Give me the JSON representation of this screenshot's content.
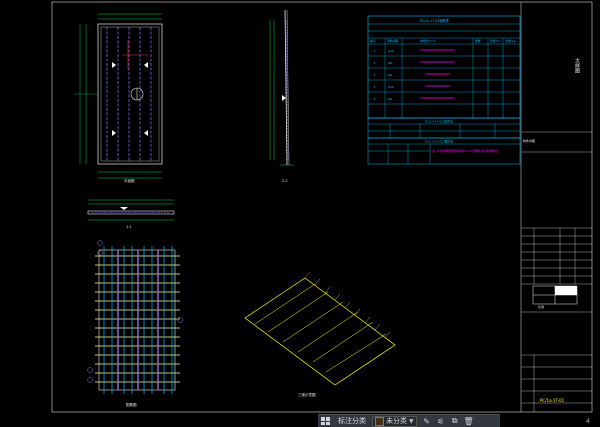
{
  "drawing": {
    "top_table": {
      "title": "PC/1n-1T-01钢筋表",
      "headers": [
        "编号",
        "钢筋简图",
        "单根长(mm)",
        "根数",
        "总长(m)",
        "重量(kg)"
      ],
      "rows": [
        [
          "①",
          "φ10",
          "",
          "",
          "",
          ""
        ],
        [
          "②",
          "φ8",
          "",
          "",
          "",
          ""
        ],
        [
          "③",
          "φ8",
          "",
          "",
          "",
          ""
        ],
        [
          "④",
          "φ10",
          "",
          "",
          "",
          ""
        ],
        [
          "⑤",
          "φ8",
          "",
          "",
          "",
          ""
        ]
      ],
      "sub_title_1": "PC/1n-1T-01 配件表",
      "sub_title_2": "PC/1n-1T-01 埋件表",
      "note_text": "注：1.未注明处钢筋间距200; 2.预埋件详见相关图纸"
    },
    "right_panel": {
      "vertical_caption": "大样图",
      "section_label": "构件详图",
      "drawing_no": "PC/1a-1T-01",
      "scale_label": "比例"
    },
    "view_labels": {
      "plan": "平面图",
      "section_1": "1-1",
      "section_2": "2-2",
      "rebar_plan": "配筋图",
      "axon": "三维示意图"
    }
  },
  "toolbar": {
    "annotate_label": "标注分类",
    "category_value": "未分类",
    "zoom_label": "4"
  },
  "colors": {
    "background": "#000000",
    "frame": "#ffffff",
    "table_lines": "#00bfff",
    "dimension": "#00ff66",
    "rebar": "#ffff00",
    "magenta": "#ff00ff",
    "violet": "#7b68ee",
    "red": "#ff2020"
  }
}
